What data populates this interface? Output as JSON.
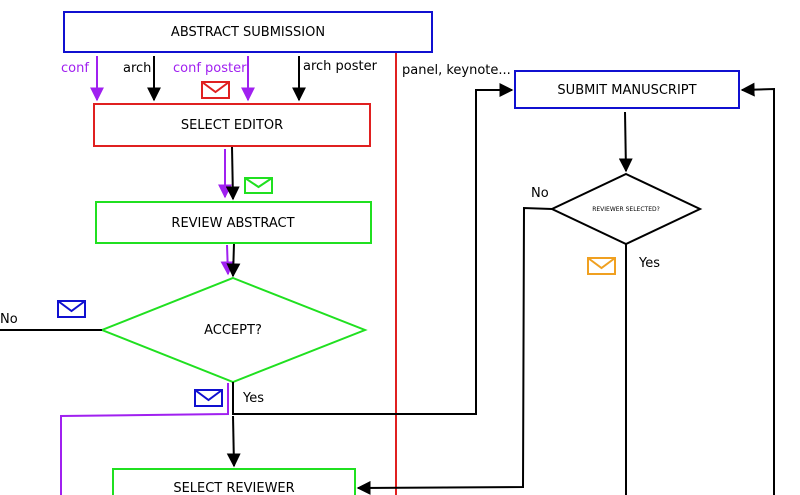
{
  "nodes": {
    "abstract_submission": "ABSTRACT SUBMISSION",
    "select_editor": "SELECT EDITOR",
    "review_abstract": "REVIEW ABSTRACT",
    "accept": "ACCEPT?",
    "select_reviewer": "SELECT REVIEWER",
    "submit_manuscript": "SUBMIT MANUSCRIPT",
    "reviewer_selected": "REVIEWER SELECTED?"
  },
  "edges": {
    "conf": "conf",
    "arch": "arch",
    "conf_poster": "conf poster",
    "arch_poster": "arch poster",
    "panel_keynote": "panel, keynote...",
    "accept_no": "No",
    "accept_yes": "Yes",
    "reviewer_no": "No",
    "reviewer_yes": "Yes"
  },
  "colors": {
    "blue": "#1010d0",
    "red": "#e02020",
    "green": "#20e020",
    "purple": "#a020f0",
    "orange": "#f0a020",
    "black": "#000000"
  },
  "icons": {
    "envelope": "envelope-icon"
  }
}
